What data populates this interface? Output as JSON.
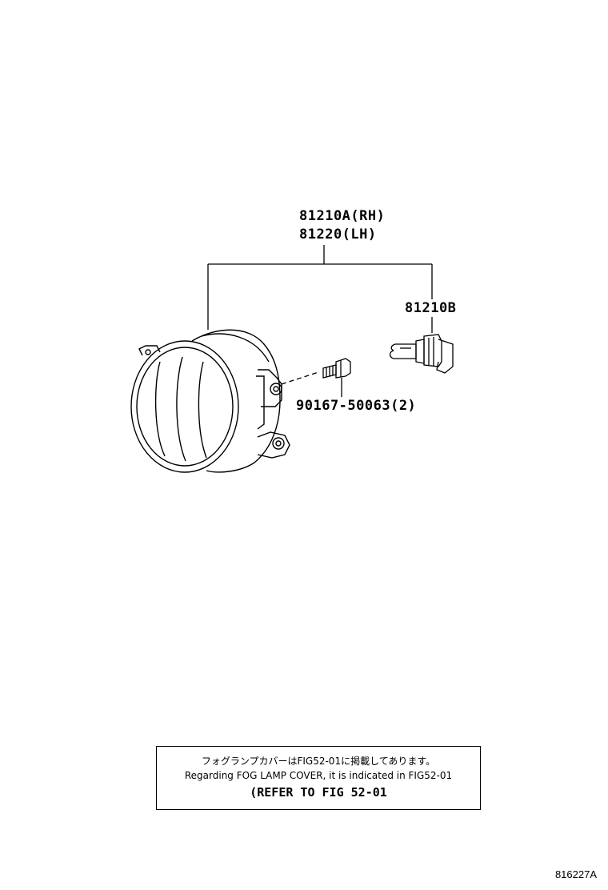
{
  "parts": {
    "assembly_rh": "81210A(RH)",
    "assembly_lh": "81220(LH)",
    "bulb": "81210B",
    "screw": "90167-50063(2)"
  },
  "note": {
    "japanese": "フォグランプカバーはFIG52-01に掲載してあります。",
    "english": "Regarding FOG LAMP COVER, it is indicated in FIG52-01",
    "reference": "(REFER TO FIG 52-01"
  },
  "illustration_code": "816227A"
}
